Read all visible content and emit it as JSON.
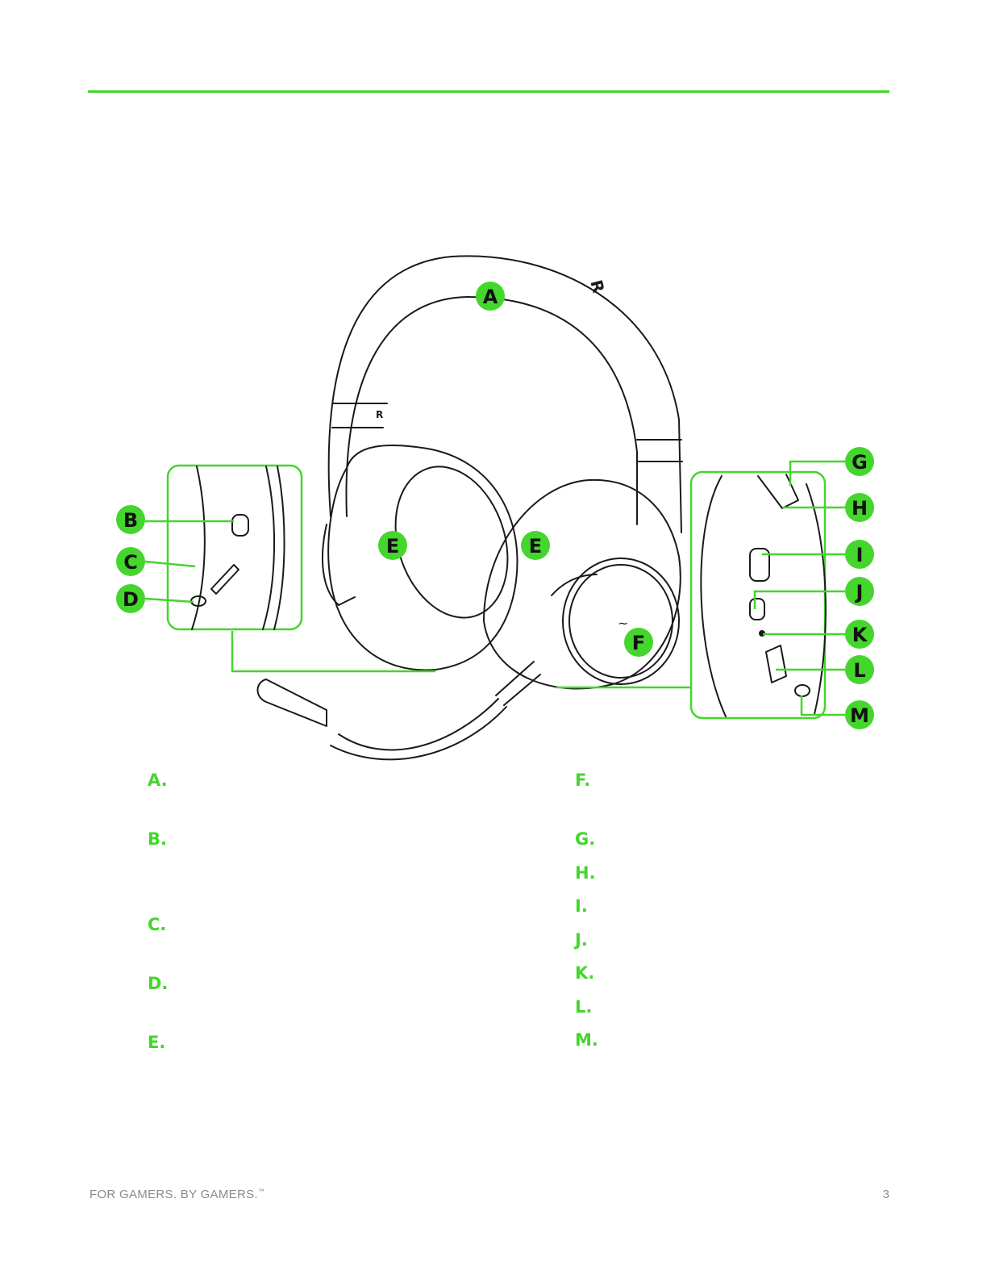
{
  "colors": {
    "accent": "#44d62c",
    "line": "#1a1a1a",
    "footer": "#8a8a8a"
  },
  "diagram": {
    "callouts": {
      "A": "A",
      "B": "B",
      "C": "C",
      "D": "D",
      "E": "E",
      "F": "F",
      "G": "G",
      "H": "H",
      "I": "I",
      "J": "J",
      "K": "K",
      "L": "L",
      "M": "M"
    },
    "headband_text": {
      "left_marker": "R",
      "top_marker": "R"
    }
  },
  "legend": {
    "left": [
      "A.",
      "B.",
      "C.",
      "D.",
      "E."
    ],
    "right": [
      "F.",
      "G.",
      "H.",
      "I.",
      "J.",
      "K.",
      "L.",
      "M."
    ]
  },
  "footer": {
    "tagline": "FOR GAMERS. BY GAMERS.",
    "trademark": "™",
    "page_number": "3"
  }
}
